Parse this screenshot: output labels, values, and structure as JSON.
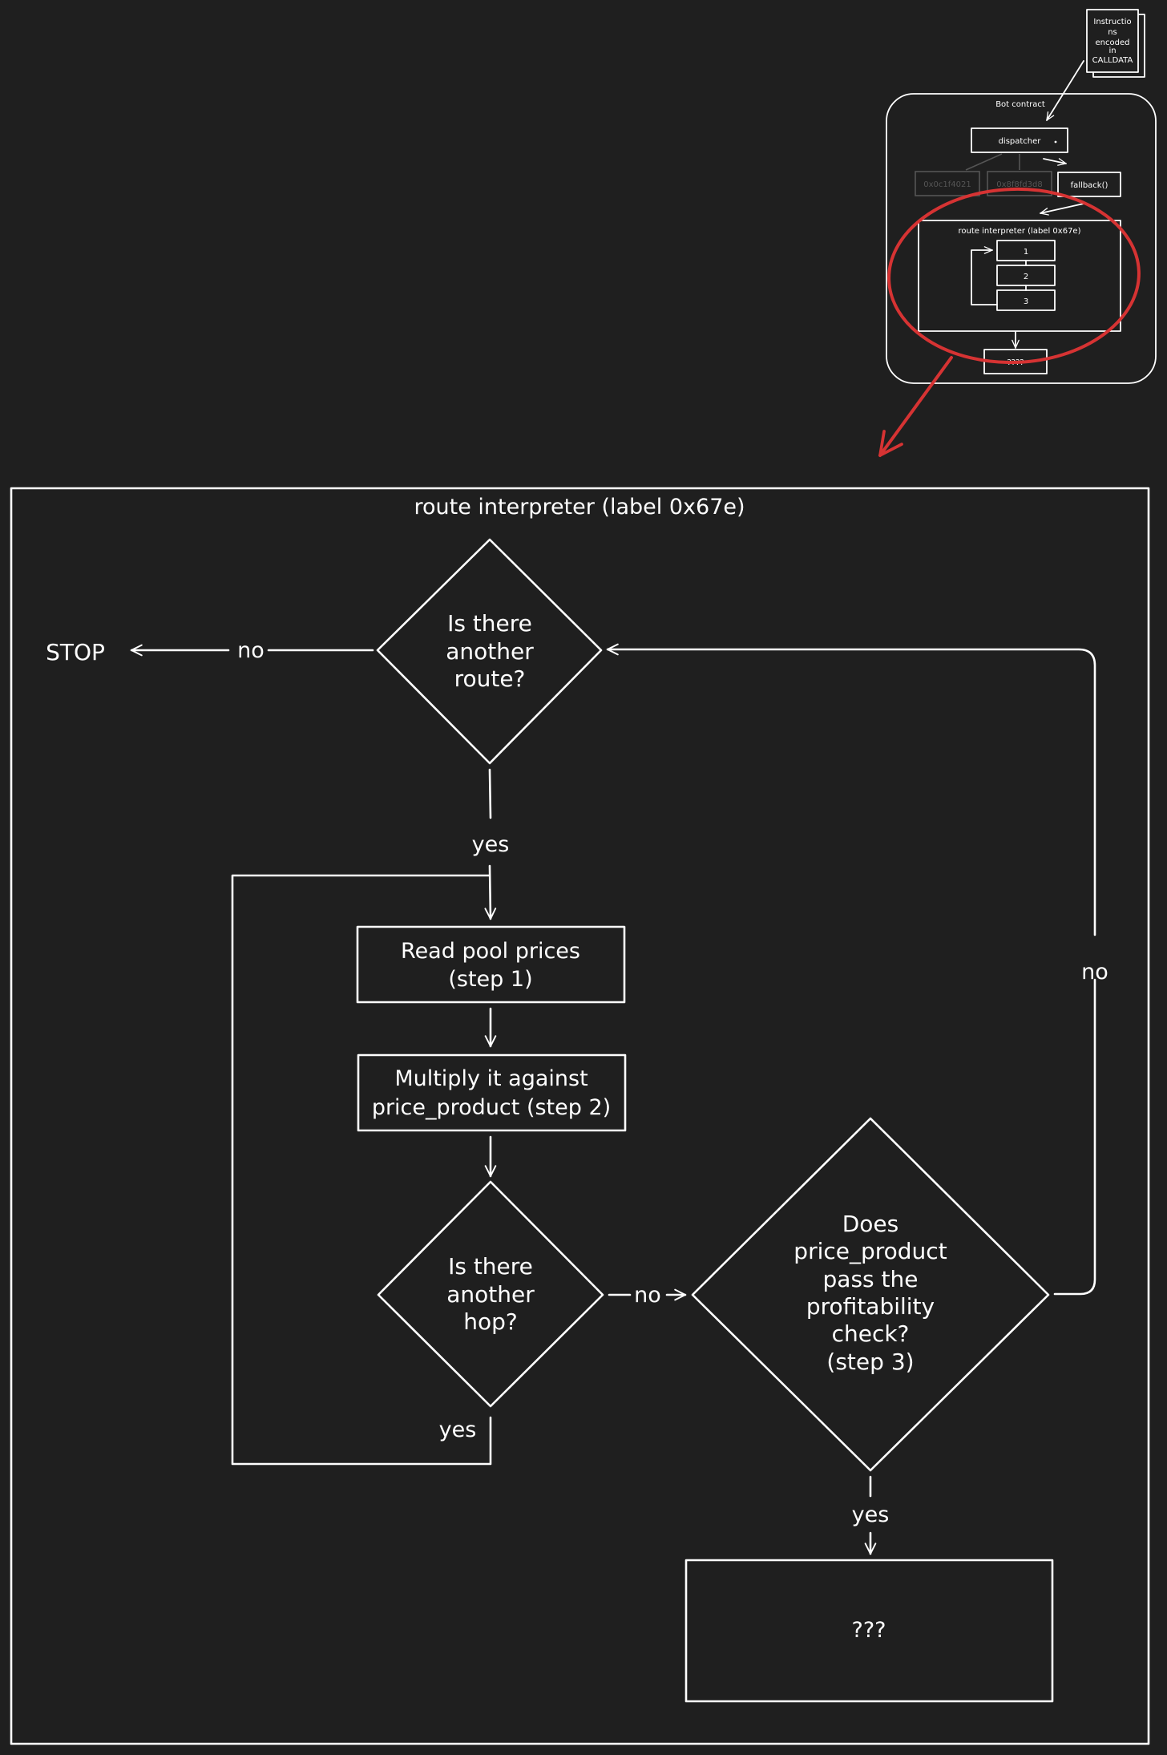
{
  "overview": {
    "note_text": [
      "Instructio",
      "ns",
      "encoded",
      "in",
      "CALLDATA"
    ],
    "container_title": "Bot contract",
    "dispatcher": "dispatcher",
    "selector_a": "0x0c1f4021",
    "selector_b": "0x8f8fd3d8",
    "fallback": "fallback()",
    "interpreter_title": "route interpreter (label 0x67e)",
    "steps": [
      "1",
      "2",
      "3"
    ],
    "bottom_box": "????"
  },
  "detail": {
    "frame_title": "route interpreter (label 0x67e)",
    "stop_label": "STOP",
    "q_another_route": [
      "Is there",
      "another",
      "route?"
    ],
    "read_pool_prices": [
      "Read pool prices",
      "(step 1)"
    ],
    "multiply": [
      "Multiply it against",
      "price_product (step 2)"
    ],
    "q_another_hop": [
      "Is there",
      "another",
      "hop?"
    ],
    "q_profitability": [
      "Does",
      "price_product",
      "pass the",
      "profitability",
      "check?",
      "(step 3)"
    ],
    "result_box": "???",
    "edge_labels": {
      "route_no": "no",
      "route_yes": "yes",
      "hop_no": "no",
      "hop_yes": "yes",
      "profit_no": "no",
      "profit_yes": "yes"
    }
  },
  "colors": {
    "background": "#1f1f1f",
    "line": "#ffffff",
    "highlight": "#d63333"
  }
}
